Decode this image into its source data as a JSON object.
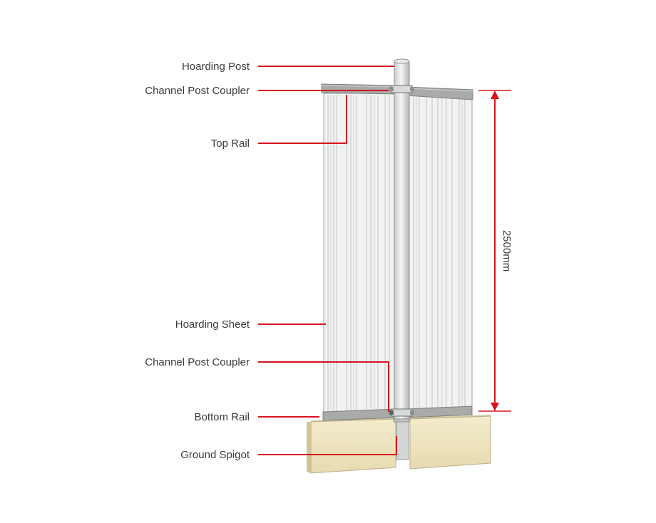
{
  "labels": {
    "hoarding_post": "Hoarding Post",
    "channel_post_coupler_top": "Channel Post Coupler",
    "top_rail": "Top Rail",
    "hoarding_sheet": "Hoarding Sheet",
    "channel_post_coupler_bottom": "Channel Post Coupler",
    "bottom_rail": "Bottom Rail",
    "ground_spigot": "Ground Spigot"
  },
  "dimension": {
    "height": "2500mm"
  },
  "colors": {
    "leader": "#d6131f",
    "rail": "#a9aba8",
    "sheet": "#eef0ef",
    "post": "#e8ebe9",
    "block": "#efe6c3"
  }
}
